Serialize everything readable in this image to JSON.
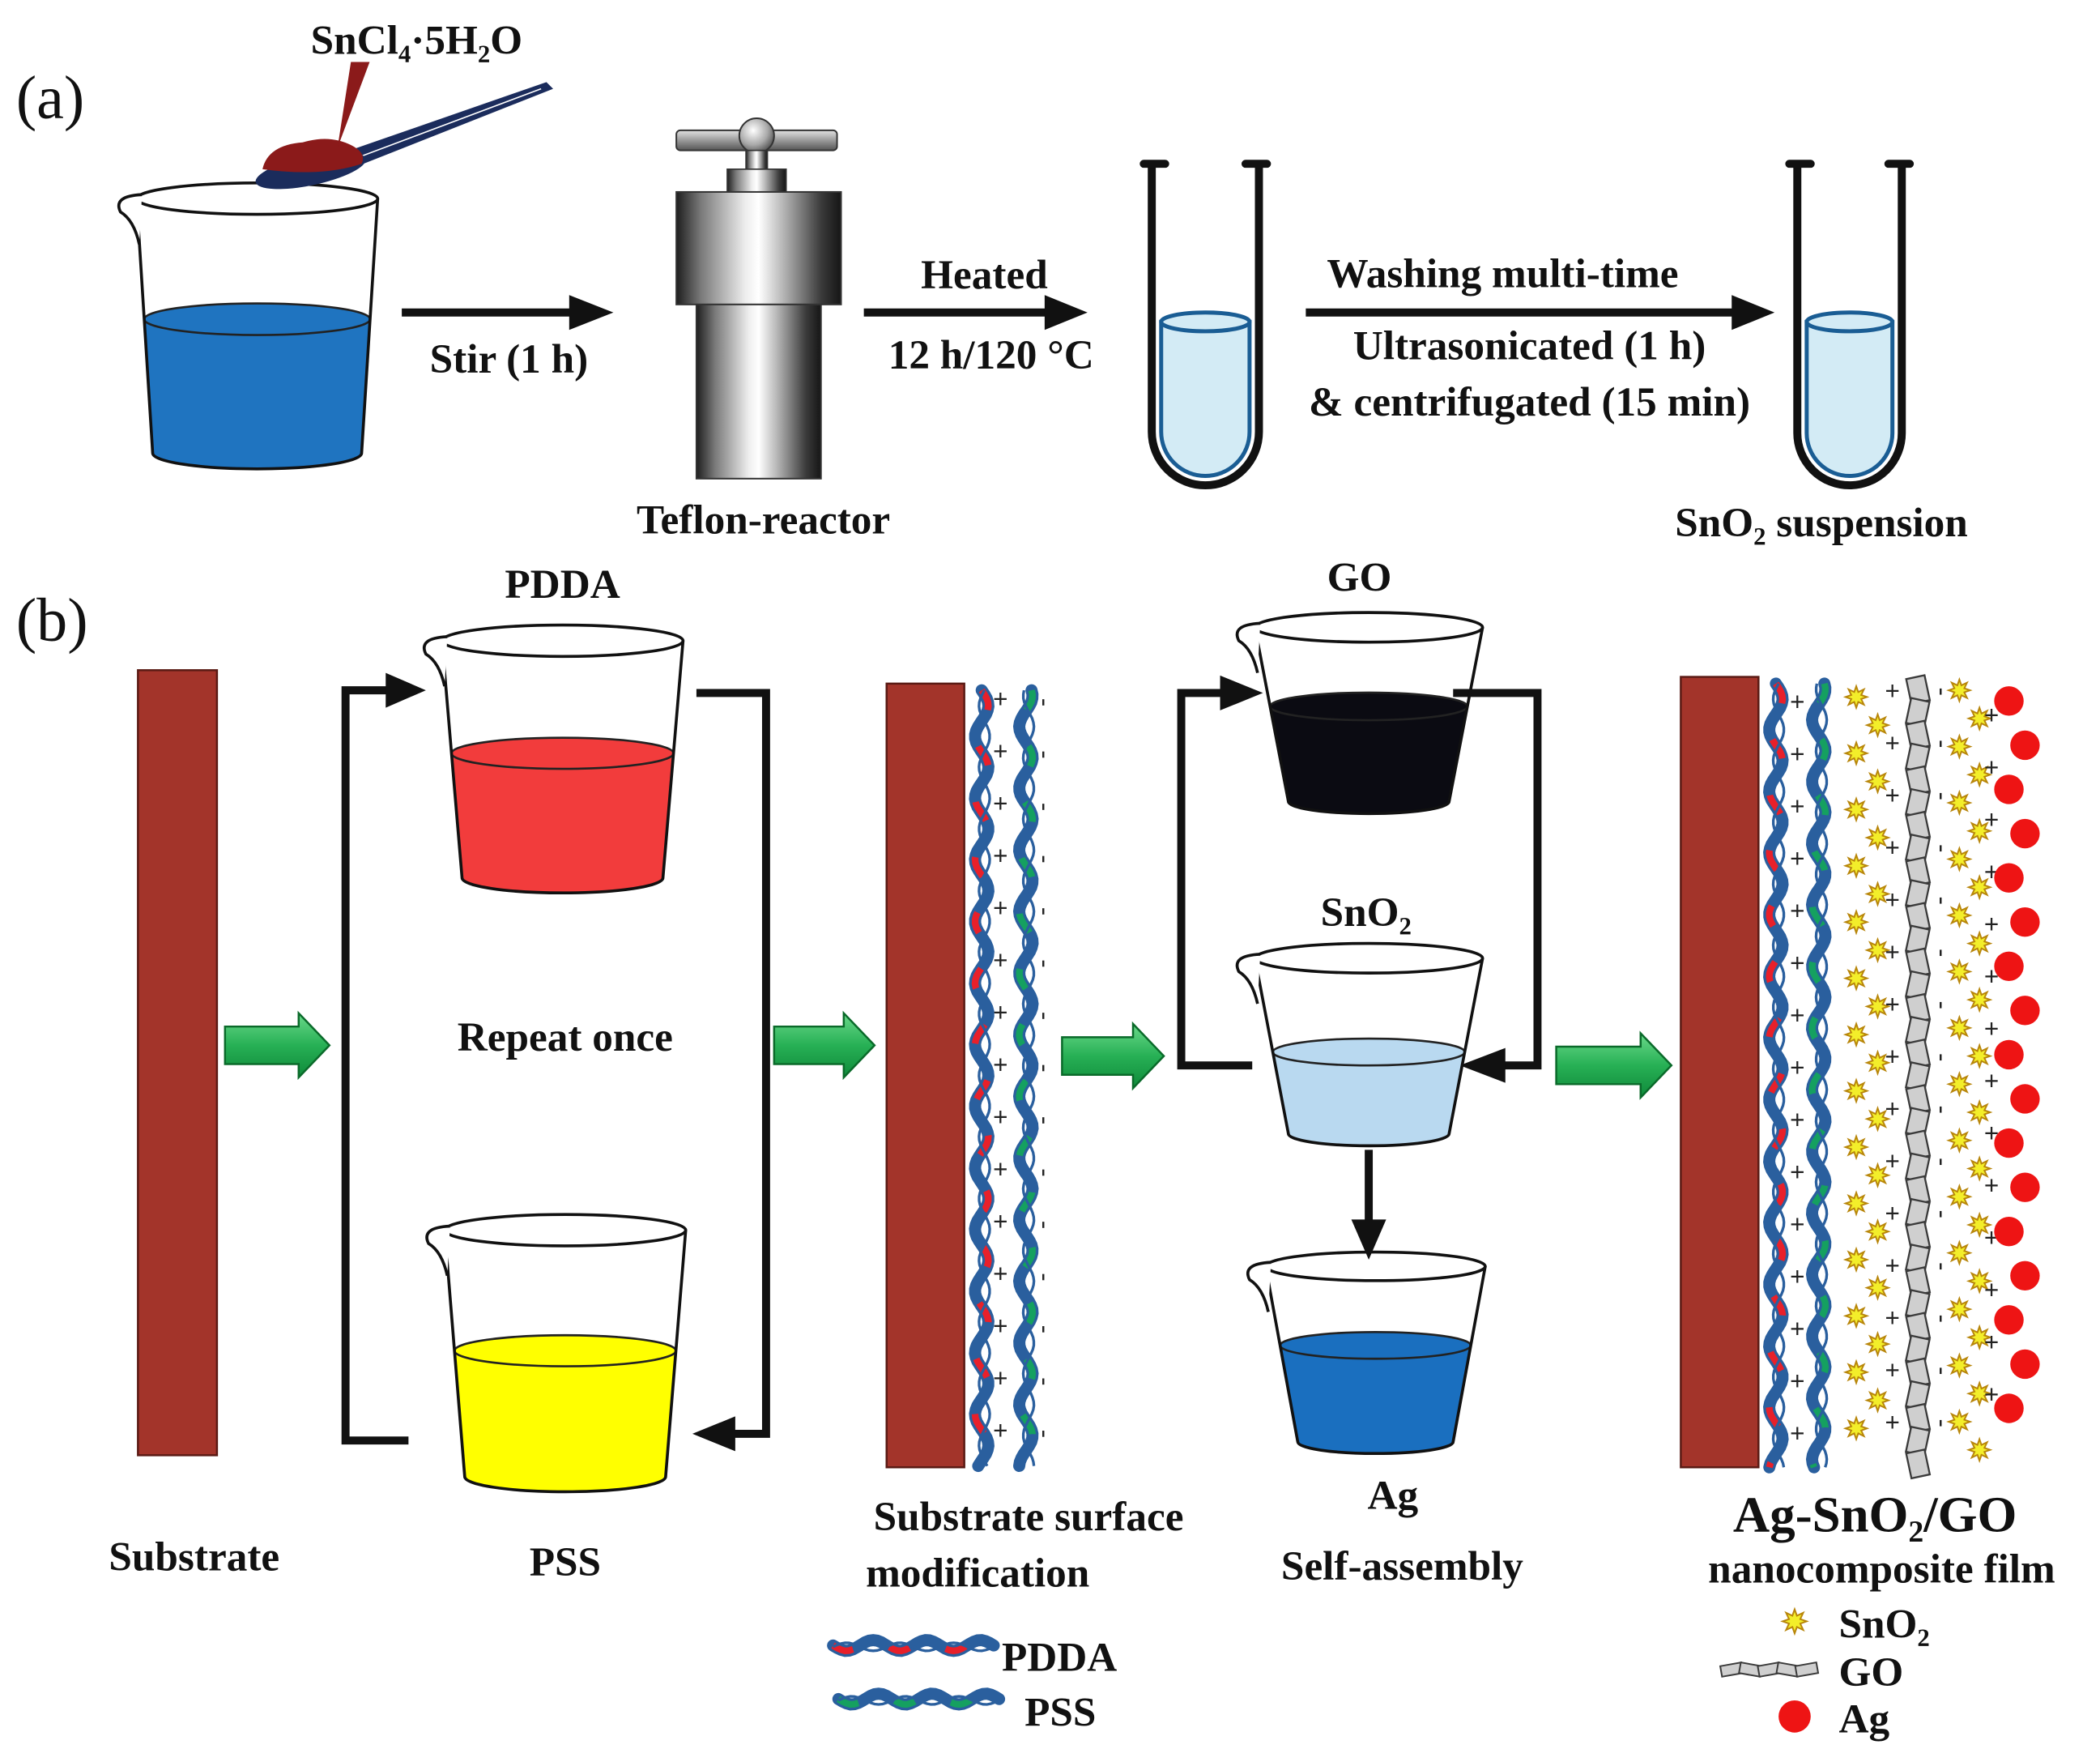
{
  "panel_a": {
    "label": "(a)",
    "reagent": "SnCl₄·5H₂O",
    "stir": "Stir (1 h)",
    "reactor": "Teflon-reactor",
    "heat_condition_top": "Heated",
    "heat_condition_bottom": "12 h/120 °C",
    "wash_line1": "Washing multi-time",
    "wash_line2": "Ultrasonicated (1 h)",
    "wash_line3": "& centrifugated (15 min)",
    "product": "SnO₂ suspension"
  },
  "panel_b": {
    "label": "(b)",
    "substrate": "Substrate",
    "pdda_beaker": "PDDA",
    "repeat": "Repeat once",
    "pss_beaker": "PSS",
    "modification_line1": "Substrate surface",
    "modification_line2": "modification",
    "go_beaker": "GO",
    "sno2_beaker": "SnO₂",
    "ag_beaker": "Ag",
    "self_assembly": "Self-assembly",
    "film_title": "Ag-SnO₂/GO",
    "film_subtitle": "nanocomposite film",
    "legend_layers": [
      "PDDA",
      "PSS"
    ],
    "legend_film": [
      "SnO₂",
      "GO",
      "Ag"
    ],
    "charges": {
      "positive": "+",
      "negative": "-"
    }
  },
  "colors": {
    "precursor_solution": "#1f74c0",
    "reagent": "#8b1a1a",
    "spoon": "#1b2c5c",
    "tube_liquid": "#d3ebf5",
    "tube_liquid_edge": "#1a5d94",
    "substrate": "#a3342a",
    "pdda": "#f23c3c",
    "pss": "#ffff00",
    "go": "#0b0b12",
    "sno2": "#b9d9f0",
    "ag": "#1a6fbf",
    "layer_blue": "#2a5f9e",
    "layer_red": "#e8202a",
    "layer_green": "#15a060",
    "sno2_particle": "#f3ee2a",
    "ag_particle": "#ee1414",
    "go_sheet": "#cfcfcf"
  }
}
